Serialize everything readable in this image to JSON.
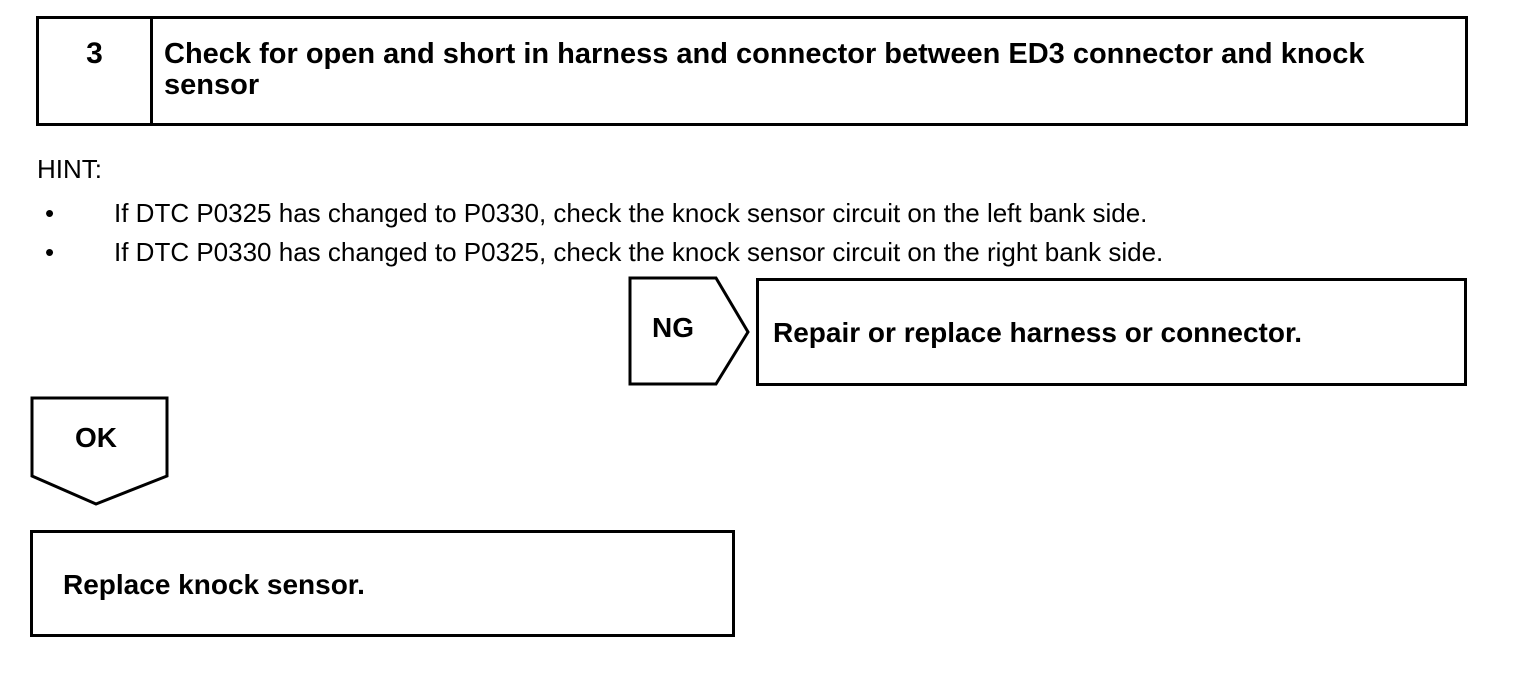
{
  "step": {
    "number": "3",
    "title": "Check for open and short in harness and connector between ED3 connector and knock sensor"
  },
  "hint": {
    "label": "HINT:",
    "items": [
      {
        "bullet": "•",
        "text": "If DTC P0325 has changed to P0330, check the knock sensor circuit on the left bank side."
      },
      {
        "bullet": "•",
        "text": "If DTC P0330 has changed to P0325, check the knock sensor circuit on the right bank side."
      }
    ]
  },
  "branch_ng": {
    "label": "NG",
    "result": "Repair or replace harness or connector."
  },
  "branch_ok": {
    "label": "OK",
    "result": "Replace knock sensor."
  },
  "colors": {
    "line": "#000000",
    "background": "#ffffff",
    "text": "#000000"
  }
}
